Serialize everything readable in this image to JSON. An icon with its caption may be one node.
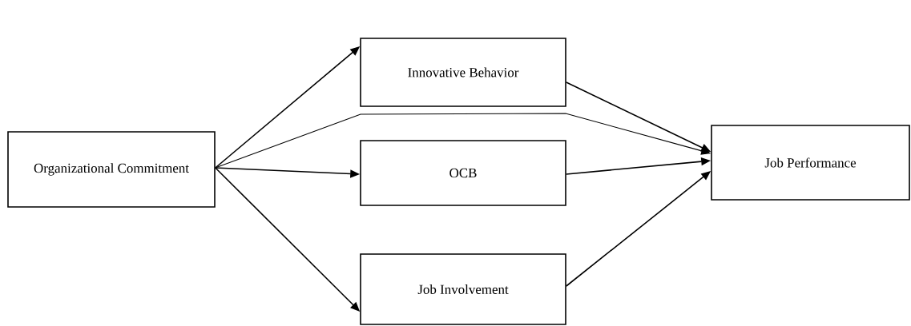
{
  "diagram": {
    "nodes": [
      {
        "text": [
          "Organizational Commitment"
        ]
      },
      {
        "text": [
          "Innovative Behavior"
        ]
      },
      {
        "text": [
          "OCB"
        ]
      },
      {
        "text": [
          "Job Involvement"
        ]
      },
      {
        "text": [
          "Job Performance"
        ]
      }
    ],
    "edges": [
      {
        "from": 0,
        "to": 1,
        "arrow": "to"
      },
      {
        "from": 0,
        "to": 4,
        "arrow": "to"
      },
      {
        "from": 0,
        "to": 2,
        "arrow": "to"
      },
      {
        "from": 0,
        "to": 3,
        "arrow": "to"
      },
      {
        "from": 1,
        "to": 4,
        "arrow": "to"
      },
      {
        "from": 2,
        "to": 4,
        "arrow": "to"
      },
      {
        "from": 3,
        "to": 4,
        "arrow": "to"
      }
    ]
  }
}
